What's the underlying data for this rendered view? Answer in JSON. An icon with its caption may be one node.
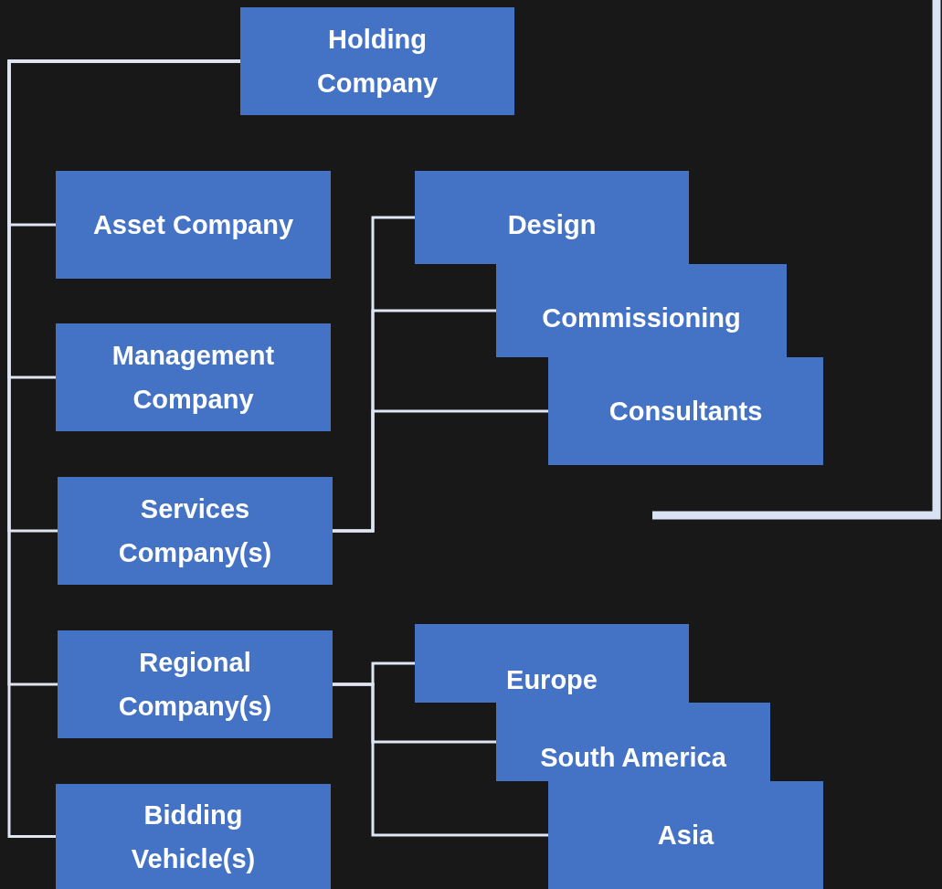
{
  "diagram": {
    "nodes": [
      {
        "text": [
          "Holding Company"
        ]
      },
      {
        "text": [
          "Asset Company"
        ]
      },
      {
        "text": [
          "Management Company"
        ]
      },
      {
        "text": [
          "Services Company(s)"
        ]
      },
      {
        "text": [
          "Regional Company(s)"
        ]
      },
      {
        "text": [
          "Bidding Vehicle(s)"
        ]
      },
      {
        "text": [
          "Design"
        ]
      },
      {
        "text": [
          "Commissioning"
        ]
      },
      {
        "text": [
          "Consultants"
        ]
      },
      {
        "text": [
          "Europe"
        ]
      },
      {
        "text": [
          "South America"
        ]
      },
      {
        "text": [
          "Asia"
        ]
      }
    ],
    "edges": [
      {
        "from": 0,
        "to": 1,
        "arrow": "none"
      },
      {
        "from": 0,
        "to": 2,
        "arrow": "none"
      },
      {
        "from": 0,
        "to": 3,
        "arrow": "none"
      },
      {
        "from": 0,
        "to": 4,
        "arrow": "none"
      },
      {
        "from": 0,
        "to": 5,
        "arrow": "none"
      },
      {
        "from": 3,
        "to": 6,
        "arrow": "none"
      },
      {
        "from": 3,
        "to": 7,
        "arrow": "none"
      },
      {
        "from": 3,
        "to": 8,
        "arrow": "none"
      },
      {
        "from": 4,
        "to": 9,
        "arrow": "none"
      },
      {
        "from": 4,
        "to": 10,
        "arrow": "none"
      },
      {
        "from": 4,
        "to": 11,
        "arrow": "none"
      }
    ]
  }
}
